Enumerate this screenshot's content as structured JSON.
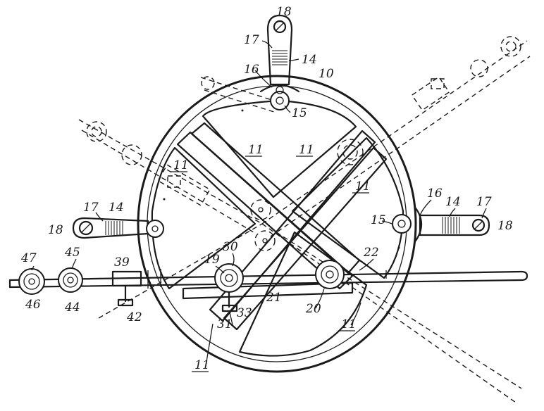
{
  "reference_numerals": {
    "handle_top_end": "18",
    "handle_top_stem": "17",
    "handle_top_grip": "14",
    "ring": "10",
    "lug_top": "16",
    "knob_top": "15",
    "spoke_upper_left": "11",
    "spoke_upper_center": "11",
    "spoke_upper_right": "11",
    "spoke_right": "11",
    "spoke_lower_right": "11",
    "spoke_bottom": "11",
    "handle_left_stem": "17",
    "handle_left_grip": "14",
    "handle_left_end": "18",
    "handle_right_lug": "16",
    "handle_right_grip": "14",
    "handle_right_stem": "17",
    "handle_right_end": "18",
    "knob_right": "15",
    "roller_far_left_top": "47",
    "roller_far_left_bottom": "46",
    "roller_left_top": "45",
    "roller_left_bottom": "44",
    "clamp": "39",
    "pivot_a": "19",
    "bracket": "30",
    "bar_lower": "21",
    "pivot_b": "20",
    "bar": "22",
    "set_screw_left": "42",
    "set_screw_center": "33",
    "set_screw_base": "31"
  }
}
